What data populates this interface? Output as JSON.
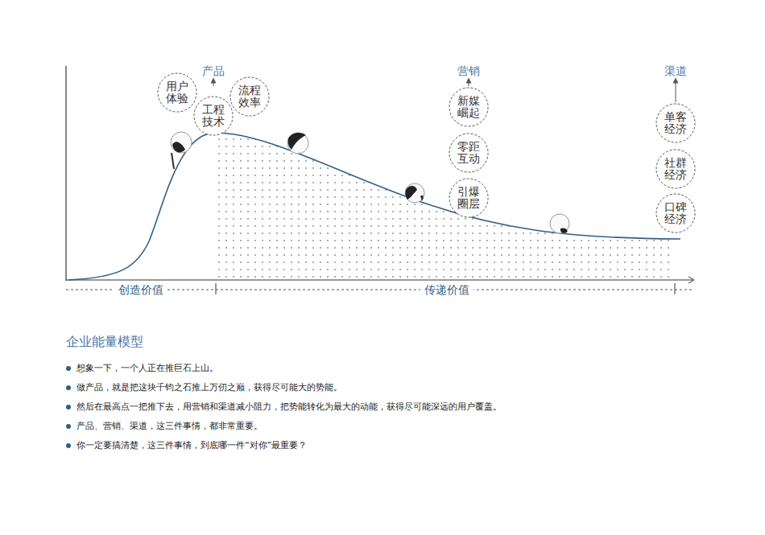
{
  "diagram": {
    "title": "企业能量模型",
    "nodes": [
      {
        "text": [
          "用户体验"
        ]
      },
      {
        "text": [
          "工程技术"
        ]
      },
      {
        "text": [
          "流程效率"
        ]
      },
      {
        "text": [
          "新媒崛起"
        ]
      },
      {
        "text": [
          "零距互动"
        ]
      },
      {
        "text": [
          "引爆圈层"
        ]
      },
      {
        "text": [
          "单客经济"
        ]
      },
      {
        "text": [
          "社群经济"
        ]
      },
      {
        "text": [
          "口碑经济"
        ]
      }
    ],
    "labels": [
      "产品",
      "营销",
      "渠道",
      "创造价值",
      "传递价值",
      "想象一下，一个人正在推巨石上山。",
      "做产品，就是把这块千钧之石推上万仞之巅，获得尽可能大的势能。",
      "然后在最高点一把推下去，用营销和渠道减小阻力，把势能转化为最大的动能，获得尽可能深远的用户覆盖。",
      "产品、营销、渠道，这三件事情，都非常重要。",
      "你一定要搞清楚，这三件事情，到底哪一件“对你”最重要？"
    ]
  }
}
